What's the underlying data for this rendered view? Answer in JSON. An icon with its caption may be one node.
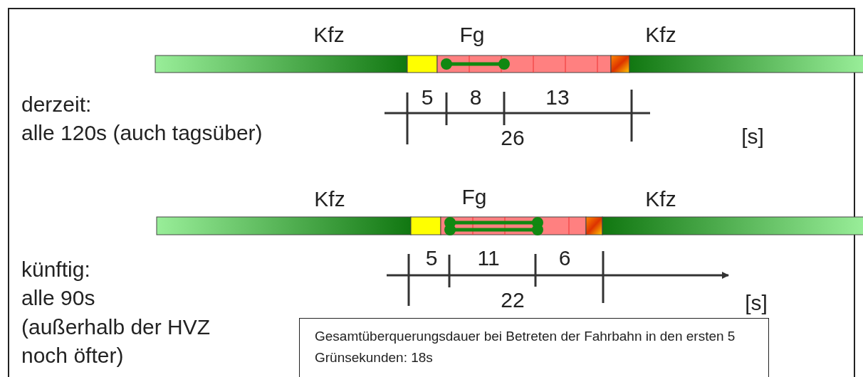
{
  "diagram": {
    "nodes": [
      {
        "text": [
          "Gesamtüberquerungsdauer bei Betreten der Fahrbahn in den ersten 5 Grünsekunden: 18s"
        ]
      }
    ],
    "edges": [],
    "labels": [
      "Kfz",
      "Fg",
      "Kfz",
      "derzeit:",
      "alle 120s (auch tagsüber)",
      "5",
      "8",
      "13",
      "26",
      "[s]",
      "Kfz",
      "Fg",
      "Kfz",
      "künftig:",
      "alle 90s",
      "(außerhalb der HVZ noch öfter)",
      "5",
      "11",
      "6",
      "22",
      "[s]"
    ]
  }
}
